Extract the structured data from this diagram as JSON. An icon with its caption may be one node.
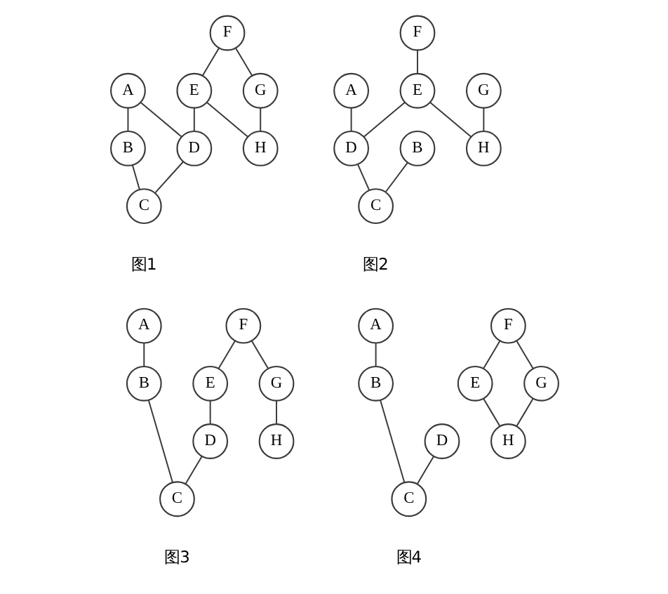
{
  "diagram": {
    "nodes": [
      {
        "text": [
          "A"
        ]
      },
      {
        "text": [
          "B"
        ]
      },
      {
        "text": [
          "F"
        ]
      },
      {
        "text": [
          "E"
        ]
      },
      {
        "text": [
          "G"
        ]
      },
      {
        "text": [
          "D"
        ]
      },
      {
        "text": [
          "H"
        ]
      },
      {
        "text": [
          "C"
        ]
      },
      {
        "text": [
          "A"
        ]
      },
      {
        "text": [
          "B"
        ]
      },
      {
        "text": [
          "F"
        ]
      },
      {
        "text": [
          "E"
        ]
      },
      {
        "text": [
          "G"
        ]
      },
      {
        "text": [
          "D"
        ]
      },
      {
        "text": [
          "H"
        ]
      },
      {
        "text": [
          "C"
        ]
      },
      {
        "text": [
          "A"
        ]
      },
      {
        "text": [
          "B"
        ]
      },
      {
        "text": [
          "F"
        ]
      },
      {
        "text": [
          "E"
        ]
      },
      {
        "text": [
          "G"
        ]
      },
      {
        "text": [
          "D"
        ]
      },
      {
        "text": [
          "H"
        ]
      },
      {
        "text": [
          "C"
        ]
      },
      {
        "text": [
          "A"
        ]
      },
      {
        "text": [
          "B"
        ]
      },
      {
        "text": [
          "F"
        ]
      },
      {
        "text": [
          "E"
        ]
      },
      {
        "text": [
          "G"
        ]
      },
      {
        "text": [
          "D"
        ]
      },
      {
        "text": [
          "H"
        ]
      },
      {
        "text": [
          "C"
        ]
      }
    ],
    "edges": [
      {
        "from": 0,
        "to": 1,
        "arrow": "none"
      },
      {
        "from": 0,
        "to": 5,
        "arrow": "none"
      },
      {
        "from": 1,
        "to": 7,
        "arrow": "none"
      },
      {
        "from": 5,
        "to": 7,
        "arrow": "none"
      },
      {
        "from": 2,
        "to": 3,
        "arrow": "none"
      },
      {
        "from": 2,
        "to": 4,
        "arrow": "none"
      },
      {
        "from": 4,
        "to": 6,
        "arrow": "none"
      },
      {
        "from": 3,
        "to": 6,
        "arrow": "none"
      },
      {
        "from": 3,
        "to": 5,
        "arrow": "none"
      },
      {
        "from": 8,
        "to": 13,
        "arrow": "none"
      },
      {
        "from": 9,
        "to": 15,
        "arrow": "none"
      },
      {
        "from": 13,
        "to": 15,
        "arrow": "none"
      },
      {
        "from": 10,
        "to": 11,
        "arrow": "none"
      },
      {
        "from": 11,
        "to": 13,
        "arrow": "none"
      },
      {
        "from": 11,
        "to": 14,
        "arrow": "none"
      },
      {
        "from": 12,
        "to": 14,
        "arrow": "none"
      },
      {
        "from": 16,
        "to": 17,
        "arrow": "none"
      },
      {
        "from": 17,
        "to": 23,
        "arrow": "none"
      },
      {
        "from": 21,
        "to": 23,
        "arrow": "none"
      },
      {
        "from": 18,
        "to": 20,
        "arrow": "none"
      },
      {
        "from": 18,
        "to": 19,
        "arrow": "none"
      },
      {
        "from": 19,
        "to": 21,
        "arrow": "none"
      },
      {
        "from": 20,
        "to": 22,
        "arrow": "none"
      },
      {
        "from": 24,
        "to": 25,
        "arrow": "none"
      },
      {
        "from": 25,
        "to": 31,
        "arrow": "none"
      },
      {
        "from": 29,
        "to": 31,
        "arrow": "none"
      },
      {
        "from": 26,
        "to": 28,
        "arrow": "none"
      },
      {
        "from": 26,
        "to": 27,
        "arrow": "none"
      },
      {
        "from": 27,
        "to": 30,
        "arrow": "none"
      },
      {
        "from": 28,
        "to": 30,
        "arrow": "none"
      }
    ],
    "labels": [
      "图1",
      "图2",
      "图3",
      "图4"
    ]
  }
}
